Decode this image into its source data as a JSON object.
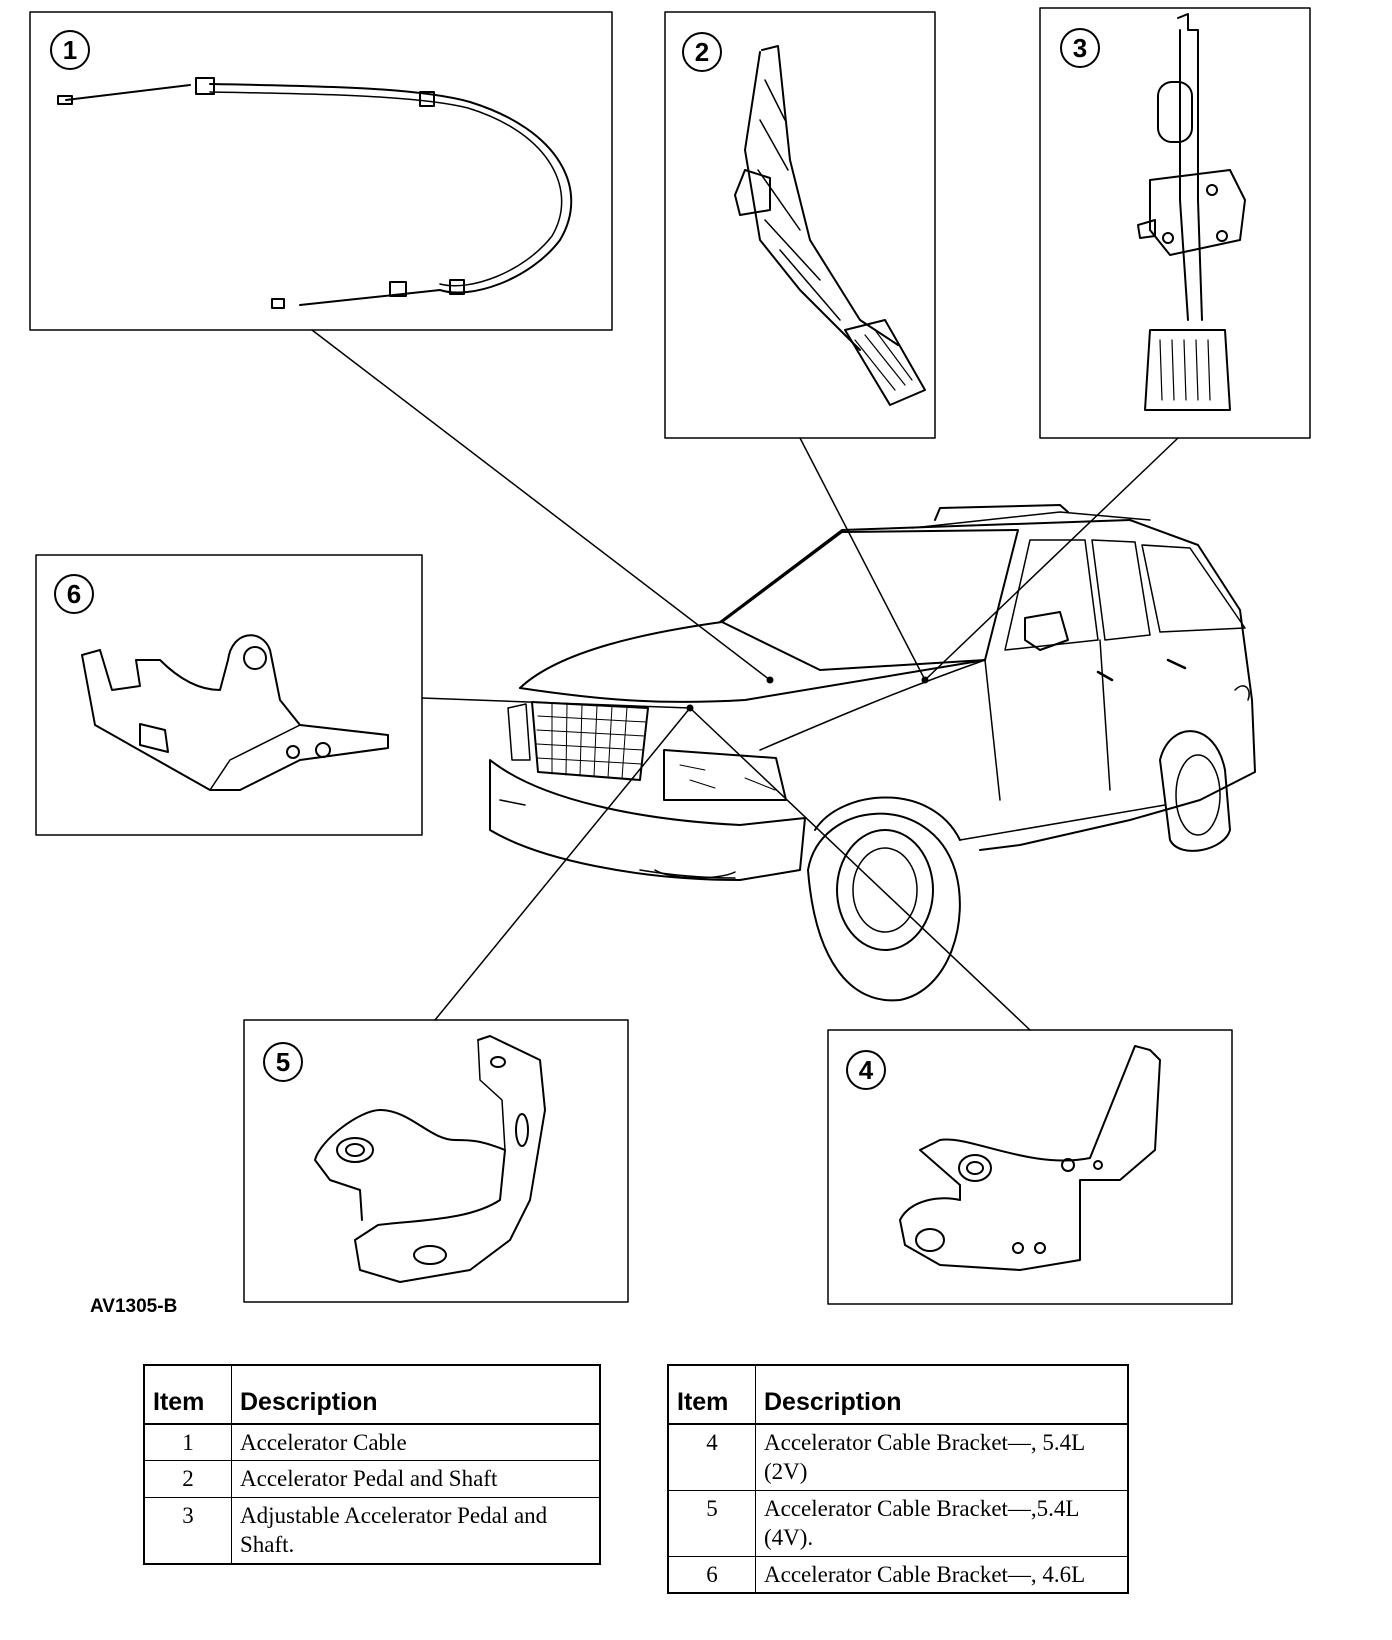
{
  "figure_code": "AV1305-B",
  "callouts": [
    "1",
    "2",
    "3",
    "4",
    "5",
    "6"
  ],
  "legend": {
    "header_item": "Item",
    "header_description": "Description",
    "left_rows": [
      {
        "item": "1",
        "description": "Accelerator Cable"
      },
      {
        "item": "2",
        "description": "Accelerator Pedal and Shaft"
      },
      {
        "item": "3",
        "description": "Adjustable Accelerator Pedal and Shaft."
      }
    ],
    "right_rows": [
      {
        "item": "4",
        "description": "Accelerator Cable Bracket—, 5.4L (2V)"
      },
      {
        "item": "5",
        "description": "Accelerator Cable Bracket—,5.4L (4V)."
      },
      {
        "item": "6",
        "description": "Accelerator Cable Bracket—, 4.6L"
      }
    ]
  }
}
